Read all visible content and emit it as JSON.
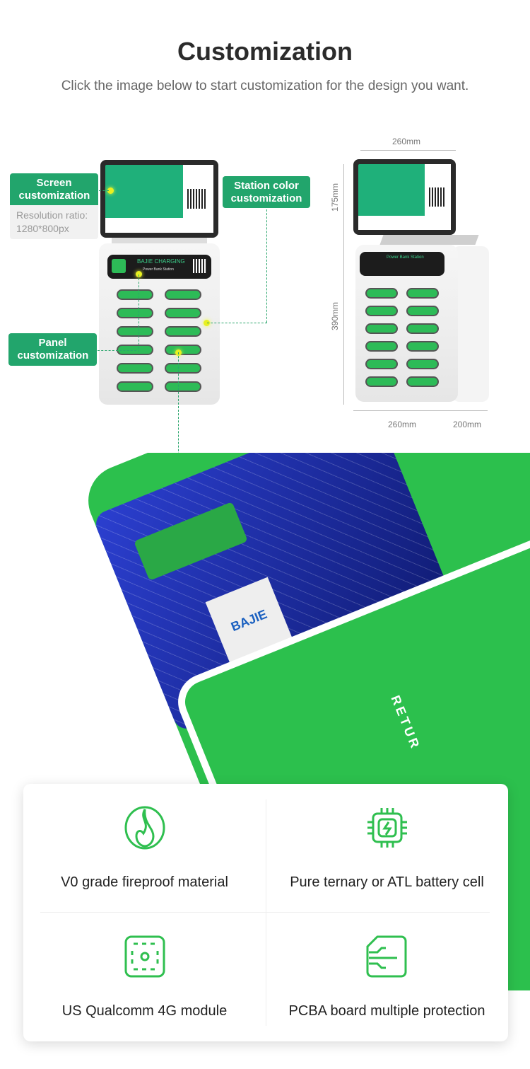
{
  "header": {
    "title": "Customization",
    "subtitle": "Click the image below to start customization for the design you want."
  },
  "callouts": {
    "screen": {
      "label": "Screen customization",
      "note_line1": "Resolution ratio:",
      "note_line2": "1280*800px"
    },
    "station_color": {
      "label": "Station color customization"
    },
    "panel": {
      "label": "Panel customization"
    }
  },
  "station": {
    "brand": "BAJIE CHARGING",
    "panel_subtitle": "Power Bank Station",
    "right_panel_title": "Power Bank Station"
  },
  "dimensions": {
    "top_width": "260mm",
    "screen_height": "175mm",
    "body_height": "390mm",
    "base_width": "260mm",
    "depth": "200mm"
  },
  "powerbank": {
    "chip_label": "BAJIE",
    "return_text": "RETUR"
  },
  "features": [
    {
      "label": "V0 grade fireproof material",
      "icon": "fire-icon"
    },
    {
      "label": "Pure ternary or ATL battery cell",
      "icon": "battery-chip-icon"
    },
    {
      "label": "US Qualcomm 4G module",
      "icon": "module-chip-icon"
    },
    {
      "label": "PCBA board multiple protection",
      "icon": "circuit-board-icon"
    }
  ],
  "colors": {
    "accent": "#22a56c",
    "icon_green": "#2fbf4f",
    "pcb_blue": "#1b2a9a"
  }
}
